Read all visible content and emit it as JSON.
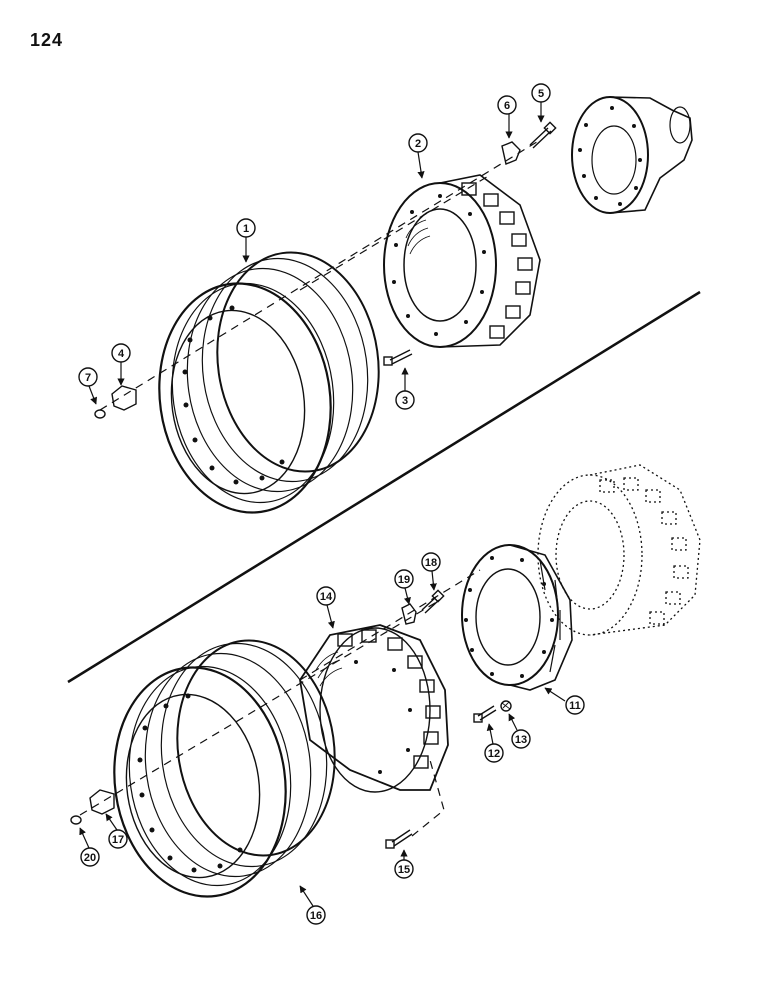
{
  "page_number": "124",
  "callouts": [
    "1",
    "2",
    "3",
    "4",
    "5",
    "6",
    "7",
    "11",
    "12",
    "13",
    "14",
    "15",
    "16",
    "17",
    "18",
    "19",
    "20"
  ]
}
